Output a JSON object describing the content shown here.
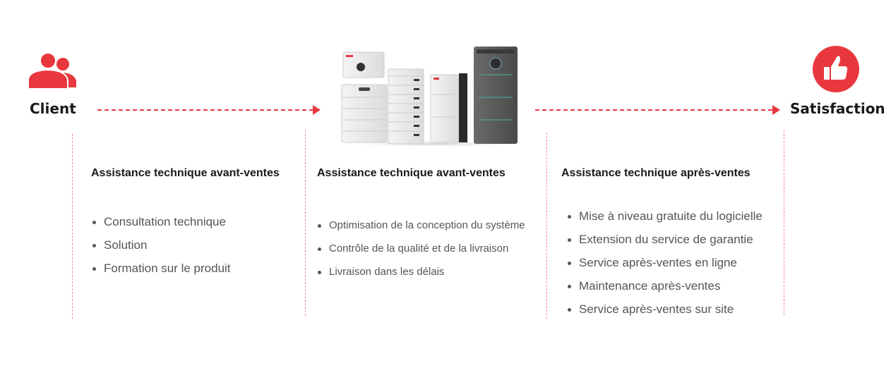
{
  "endpoints": {
    "start_label": "Client",
    "end_label": "Satisfaction"
  },
  "columns": [
    {
      "title": "Assistance technique avant-ventes",
      "items": [
        "Consultation technique",
        "Solution",
        "Formation sur le produit"
      ]
    },
    {
      "title": "Assistance technique avant-ventes",
      "items": [
        "Optimisation de la conception du système",
        "Contrôle de la qualité et de la livraison",
        "Livraison dans les délais"
      ]
    },
    {
      "title": "Assistance technique après-ventes",
      "items": [
        "Mise à niveau gratuite du logicielle",
        "Extension du service de garantie",
        "Service après-ventes en ligne",
        "Maintenance après-ventes",
        "Service après-ventes sur site"
      ]
    }
  ],
  "icons": {
    "client": "users-icon",
    "satisfaction": "thumbs-up-icon",
    "product": "battery-products-image"
  },
  "colors": {
    "accent": "#e8383d",
    "divider": "#f08a8c",
    "text_dark": "#1a1a1a",
    "text_body": "#555555"
  }
}
